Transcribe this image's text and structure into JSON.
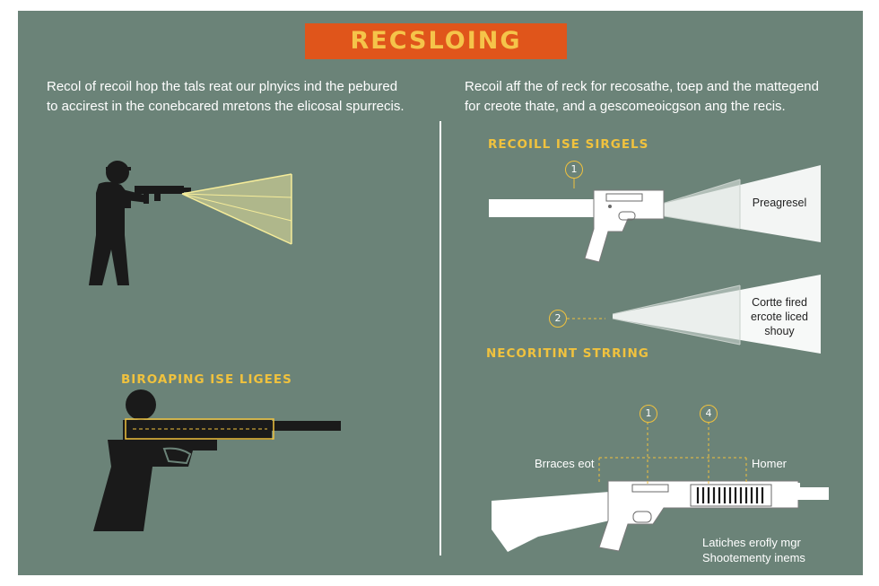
{
  "title": "RECSLOING",
  "intro_left": {
    "line1": "Recol of recoil hop the tals reat our plnyics ind the pebured",
    "line2": "to accirest in the conebcared mretons the  elicosal spurrecis."
  },
  "intro_right": {
    "line1": "Recoil aff the of reck for recosathe, toep and the mattegend",
    "line2": "for creote thate, and a gescomeoicgson ang the recis."
  },
  "sections": {
    "recoil_signals": "RECOILL ISE SIRGELS",
    "necoritint_strring": "NECORITINT STRRING",
    "biroaping_ligees": "BIROAPING ISE LIGEES"
  },
  "markers": {
    "m1a": "1",
    "m2": "2",
    "m1b": "1",
    "m4": "4"
  },
  "labels": {
    "preagresel": "Preagresel",
    "cortte_line1": "Cortte fired",
    "cortte_line2": "ercote liced",
    "cortte_line3": "shouy",
    "braces": "Brraces eot",
    "homer": "Homer",
    "latches_line1": "Latiches erofly mgr",
    "latches_line2": "Shootementy inems"
  },
  "colors": {
    "background": "#6b8378",
    "title_bg": "#e0551b",
    "accent_yellow": "#f0c23e",
    "silhouette": "#1a1a1a",
    "white": "#ffffff"
  }
}
